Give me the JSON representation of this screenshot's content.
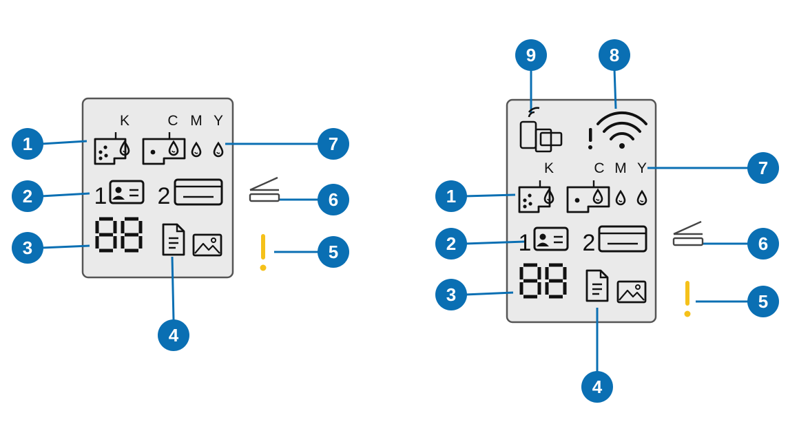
{
  "colors": {
    "callout": "#0a6fb3",
    "callout_text": "#ffffff",
    "panel_bg": "#eaeaea",
    "panel_border": "#555555",
    "icon": "#111111",
    "warning": "#f5c11a"
  },
  "ink_labels": {
    "black": "K",
    "cyan": "C",
    "magenta": "M",
    "yellow": "Y"
  },
  "copy_labels": {
    "one": "1",
    "two": "2"
  },
  "callouts": {
    "c1": "1",
    "c2": "2",
    "c3": "3",
    "c4": "4",
    "c5": "5",
    "c6": "6",
    "c7": "7",
    "c8": "8",
    "c9": "9"
  },
  "icons": [
    "ink-cartridge-black-icon",
    "ink-cartridge-color-icon",
    "ink-drop-icon",
    "id-card-icon",
    "credit-card-icon",
    "seven-segment-display-icon",
    "document-icon",
    "photo-icon",
    "scan-icon",
    "warning-icon",
    "wifi-icon",
    "wifi-direct-icon"
  ]
}
